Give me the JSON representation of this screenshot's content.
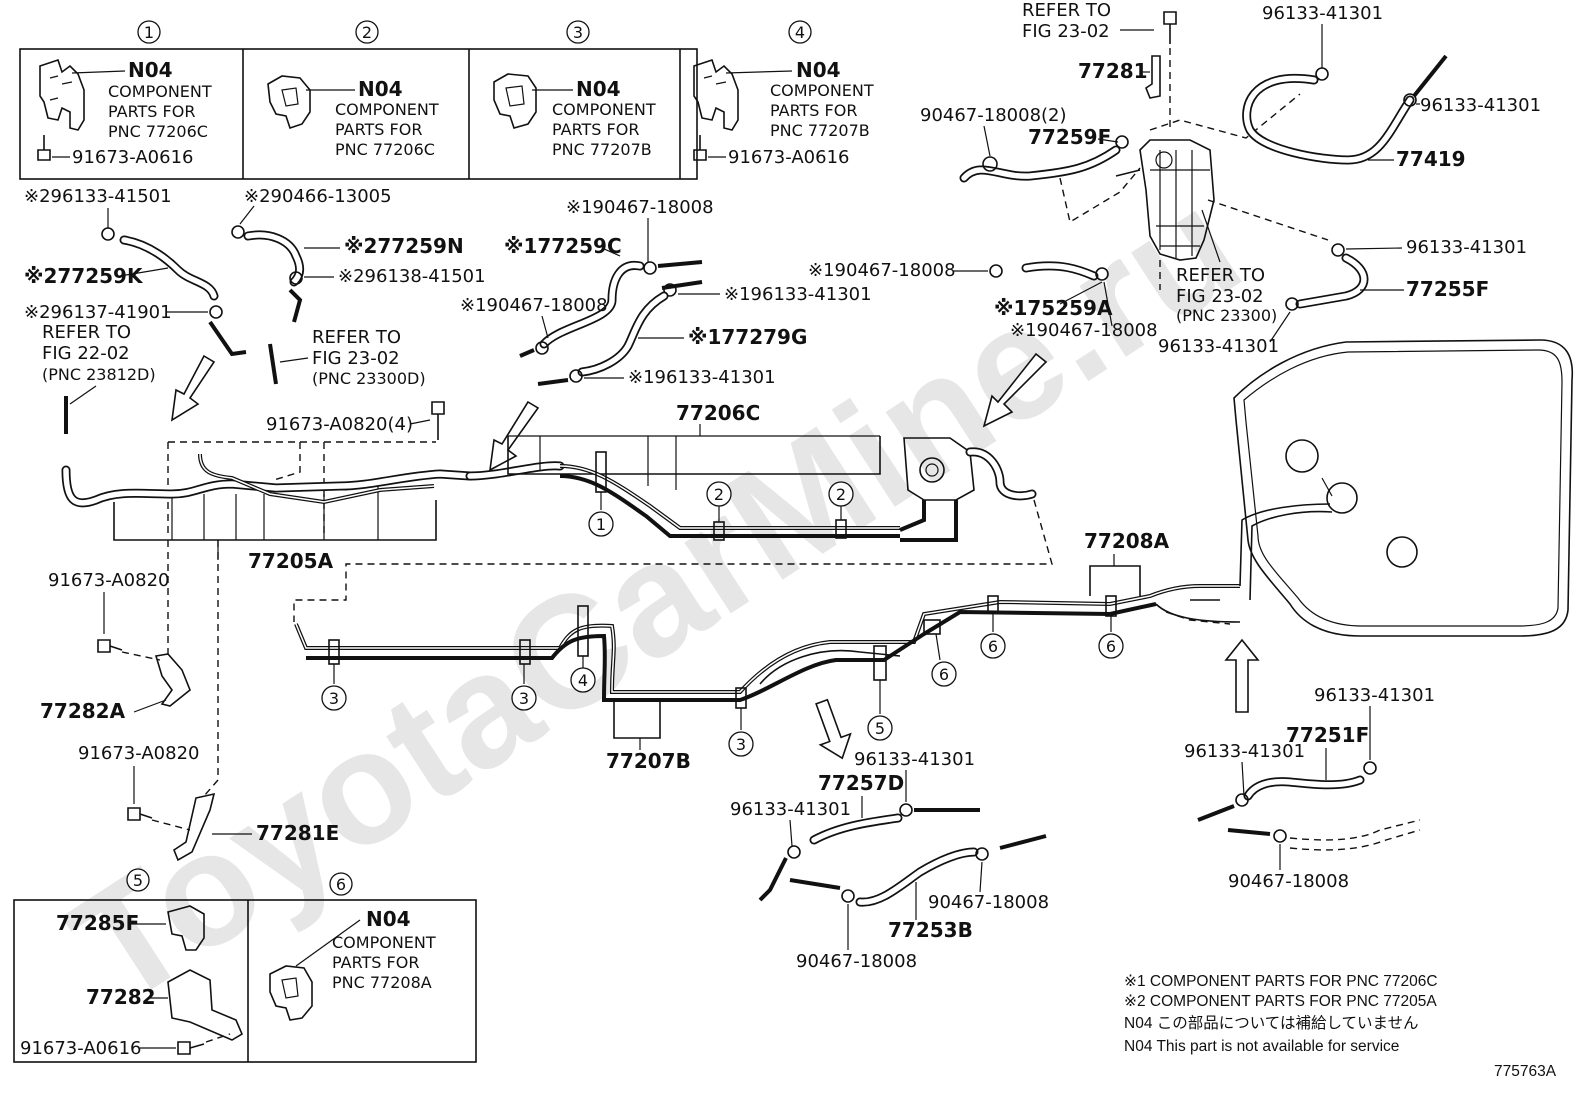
{
  "watermark": "ToyotaCarMine.ru",
  "diagram_code": "775763A",
  "notes": {
    "note1": "※1 COMPONENT PARTS FOR PNC 77206C",
    "note2": "※2 COMPONENT PARTS FOR PNC 77205A",
    "note3": "N04 この部品については補給していません",
    "note4": "N04 This part is not available for service"
  },
  "detail_boxes": [
    {
      "num": "1",
      "code": "N04",
      "text": [
        "COMPONENT",
        "PARTS FOR",
        "PNC 77206C"
      ],
      "bolt": "91673-A0616"
    },
    {
      "num": "2",
      "code": "N04",
      "text": [
        "COMPONENT",
        "PARTS FOR",
        "PNC 77206C"
      ]
    },
    {
      "num": "3",
      "code": "N04",
      "text": [
        "COMPONENT",
        "PARTS FOR",
        "PNC 77207B"
      ]
    },
    {
      "num": "4",
      "code": "N04",
      "text": [
        "COMPONENT",
        "PARTS FOR",
        "PNC 77207B"
      ],
      "bolt": "91673-A0616"
    },
    {
      "num": "5",
      "parts": [
        "77285F",
        "77282",
        "91673-A0616"
      ]
    },
    {
      "num": "6",
      "code": "N04",
      "text": [
        "COMPONENT",
        "PARTS FOR",
        "PNC 77208A"
      ]
    }
  ],
  "labels": {
    "refer_fig_23_02_top": [
      "REFER TO",
      "FIG 23-02"
    ],
    "p77281": "77281",
    "p96133_41301_a": "96133-41301",
    "p96133_41301_b": "96133-41301",
    "p77419": "77419",
    "p90467_18008_2": "90467-18008(2)",
    "p77259F": "77259F",
    "p96133_41301_c": "96133-41301",
    "p77255F": "77255F",
    "refer_fig_23_02_right": [
      "REFER TO",
      "FIG 23-02",
      "(PNC 23300)"
    ],
    "p96133_41301_d": "96133-41301",
    "k2_96133_41501": "※296133-41501",
    "k2_77259K": "※277259K",
    "k2_96137_41901": "※296137-41901",
    "k2_90466_13005": "※290466-13005",
    "k2_77259N": "※277259N",
    "k2_96138_41501": "※296138-41501",
    "refer_fig_22_02": [
      "REFER TO",
      "FIG 22-02",
      "(PNC 23812D)"
    ],
    "refer_fig_23_02_mid": [
      "REFER TO",
      "FIG 23-02",
      "(PNC 23300D)"
    ],
    "k1_90467_18008_a": "※190467-18008",
    "k1_77259C": "※177259C",
    "k1_90467_18008_b": "※190467-18008",
    "k1_96133_41301_a": "※196133-41301",
    "k1_77279G": "※177279G",
    "k1_96133_41301_b": "※196133-41301",
    "k1_90467_18008_c": "※190467-18008",
    "k1_75259A": "※175259A",
    "k1_90467_18008_d": "※190467-18008",
    "p91673_A0820_4": "91673-A0820(4)",
    "p77206C": "77206C",
    "p77205A": "77205A",
    "p91673_A0820_a": "91673-A0820",
    "p77282A": "77282A",
    "p91673_A0820_b": "91673-A0820",
    "p77281E": "77281E",
    "p77208A": "77208A",
    "p77207B": "77207B",
    "p96133_41301_e": "96133-41301",
    "p77257D": "77257D",
    "p96133_41301_f": "96133-41301",
    "p90467_18008_a": "90467-18008",
    "p77253B": "77253B",
    "p90467_18008_b": "90467-18008",
    "p96133_41301_g": "96133-41301",
    "p77251F": "77251F",
    "p96133_41301_h": "96133-41301",
    "p90467_18008_c": "90467-18008"
  },
  "callouts": [
    "1",
    "2",
    "2",
    "3",
    "3",
    "4",
    "3",
    "5",
    "6",
    "6",
    "6"
  ]
}
